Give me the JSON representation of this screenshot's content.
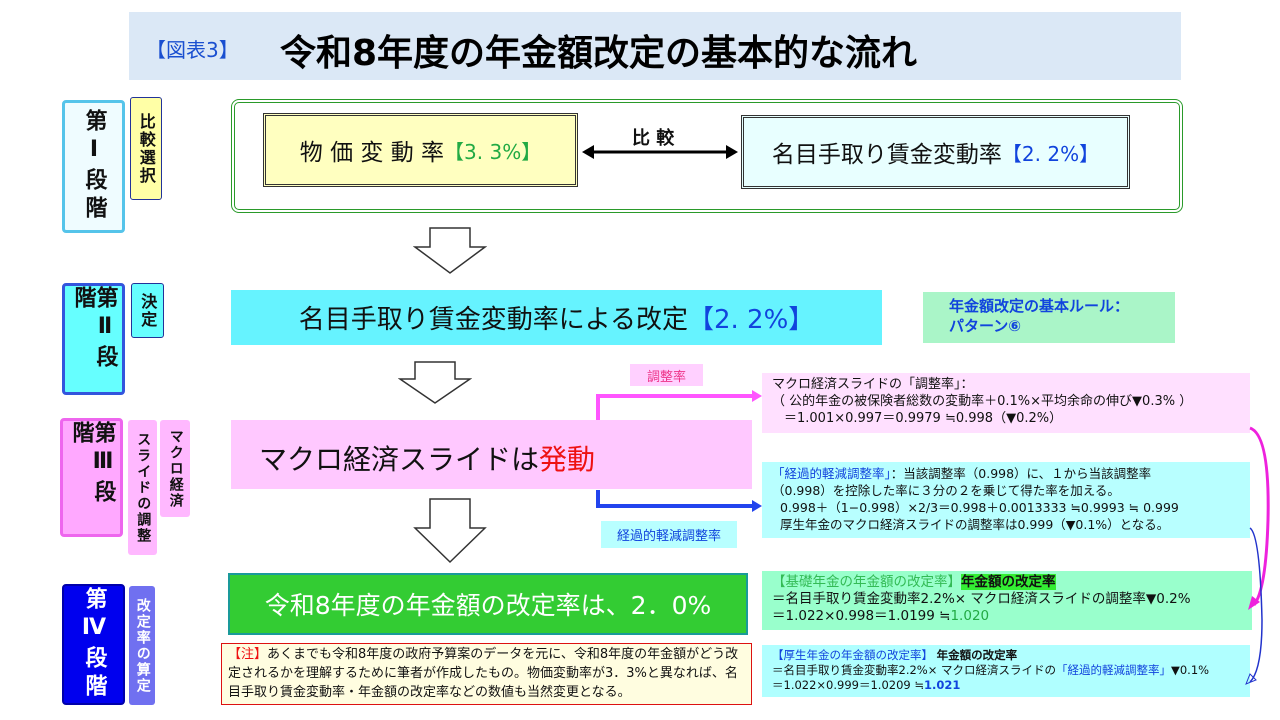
{
  "title": {
    "tag": "【図表3】",
    "main": "令和8年度の年金額改定の基本的な流れ"
  },
  "stages": [
    {
      "label": "第Ⅰ段階",
      "sub": "比較選択"
    },
    {
      "label": "第Ⅱ段階",
      "sub": "決定"
    },
    {
      "label": "第Ⅲ段階",
      "sub1": "マクロ経済",
      "sub2": "スライドの調整"
    },
    {
      "label": "第Ⅳ段階",
      "sub": "改定率の算定"
    }
  ],
  "stage1": {
    "price_label": "物 価 変 動 率",
    "price_value": "【3. 3%】",
    "compare": "比 較",
    "wage_label": "名目手取り賃金変動率",
    "wage_value": "【2. 2%】"
  },
  "stage2": {
    "text": "名目手取り賃金変動率による改定 ",
    "value": "【2. 2%】",
    "rule_line1": "年金額改定の基本ルール：",
    "rule_line2": "パターン⑥"
  },
  "stage3": {
    "text": "マクロ経済スライドは",
    "highlight": "発動",
    "tag_adjust": "調整率",
    "tag_transitional": "経過的軽減調整率",
    "adjust_box": [
      "マクロ経済スライドの「調整率」：",
      "（ 公的年金の被保険者総数の変動率＋0.1%×平均余命の伸び▼0.3% ）",
      "＝1.001×0.997＝0.9979 ≒0.998（▼0.2%）"
    ],
    "transitional_box": {
      "head": "「経過的軽減調整率」",
      "line1": "：当該調整率（0.998）に、１から当該調整率",
      "line2": "（0.998）を控除した率に３分の２を乗じて得た率を加える。",
      "line3": "0.998＋（1−0.998）×2/3＝0.998＋0.0013333 ≒0.9993 ≒ 0.999",
      "line4": "厚生年金のマクロ経済スライドの調整率は0.999（▼0.1%）となる。"
    }
  },
  "stage4": {
    "text": "令和8年度の年金額の改定率は、2．0%",
    "note_head": "【注】",
    "note": "あくまでも令和8年度の政府予算案のデータを元に、令和8年度の年金額がどう改定されるかを理解するために筆者が作成したもの。物価変動率が3．3%と異なれば、名目手取り賃金変動率・年金額の改定率などの数値も当然変更となる。",
    "basic": {
      "head": "【基礎年金の年金額の改定率】",
      "mark": "年金額の改定率",
      "line1": "＝名目手取り賃金変動率2.2%× マクロ経済スライドの調整率▼0.2%",
      "line2": "＝1.022×0.998＝1.0199 ≒",
      "result": "1.020"
    },
    "employee": {
      "head": "【厚生年金の年金額の改定率】",
      "mark": "年金額の改定率",
      "line1a": "＝名目手取り賃金変動率2.2%× マクロ経済スライドの",
      "line1b": "「経過的軽減調整率」",
      "line1c": "▼0.1%",
      "line2": "＝1.022×0.999＝1.0209 ≒",
      "result": "1.021"
    }
  },
  "colors": {
    "green": "#22aa44",
    "blue": "#1144dd",
    "red": "#ee1111",
    "pink": "#ff66ff"
  }
}
